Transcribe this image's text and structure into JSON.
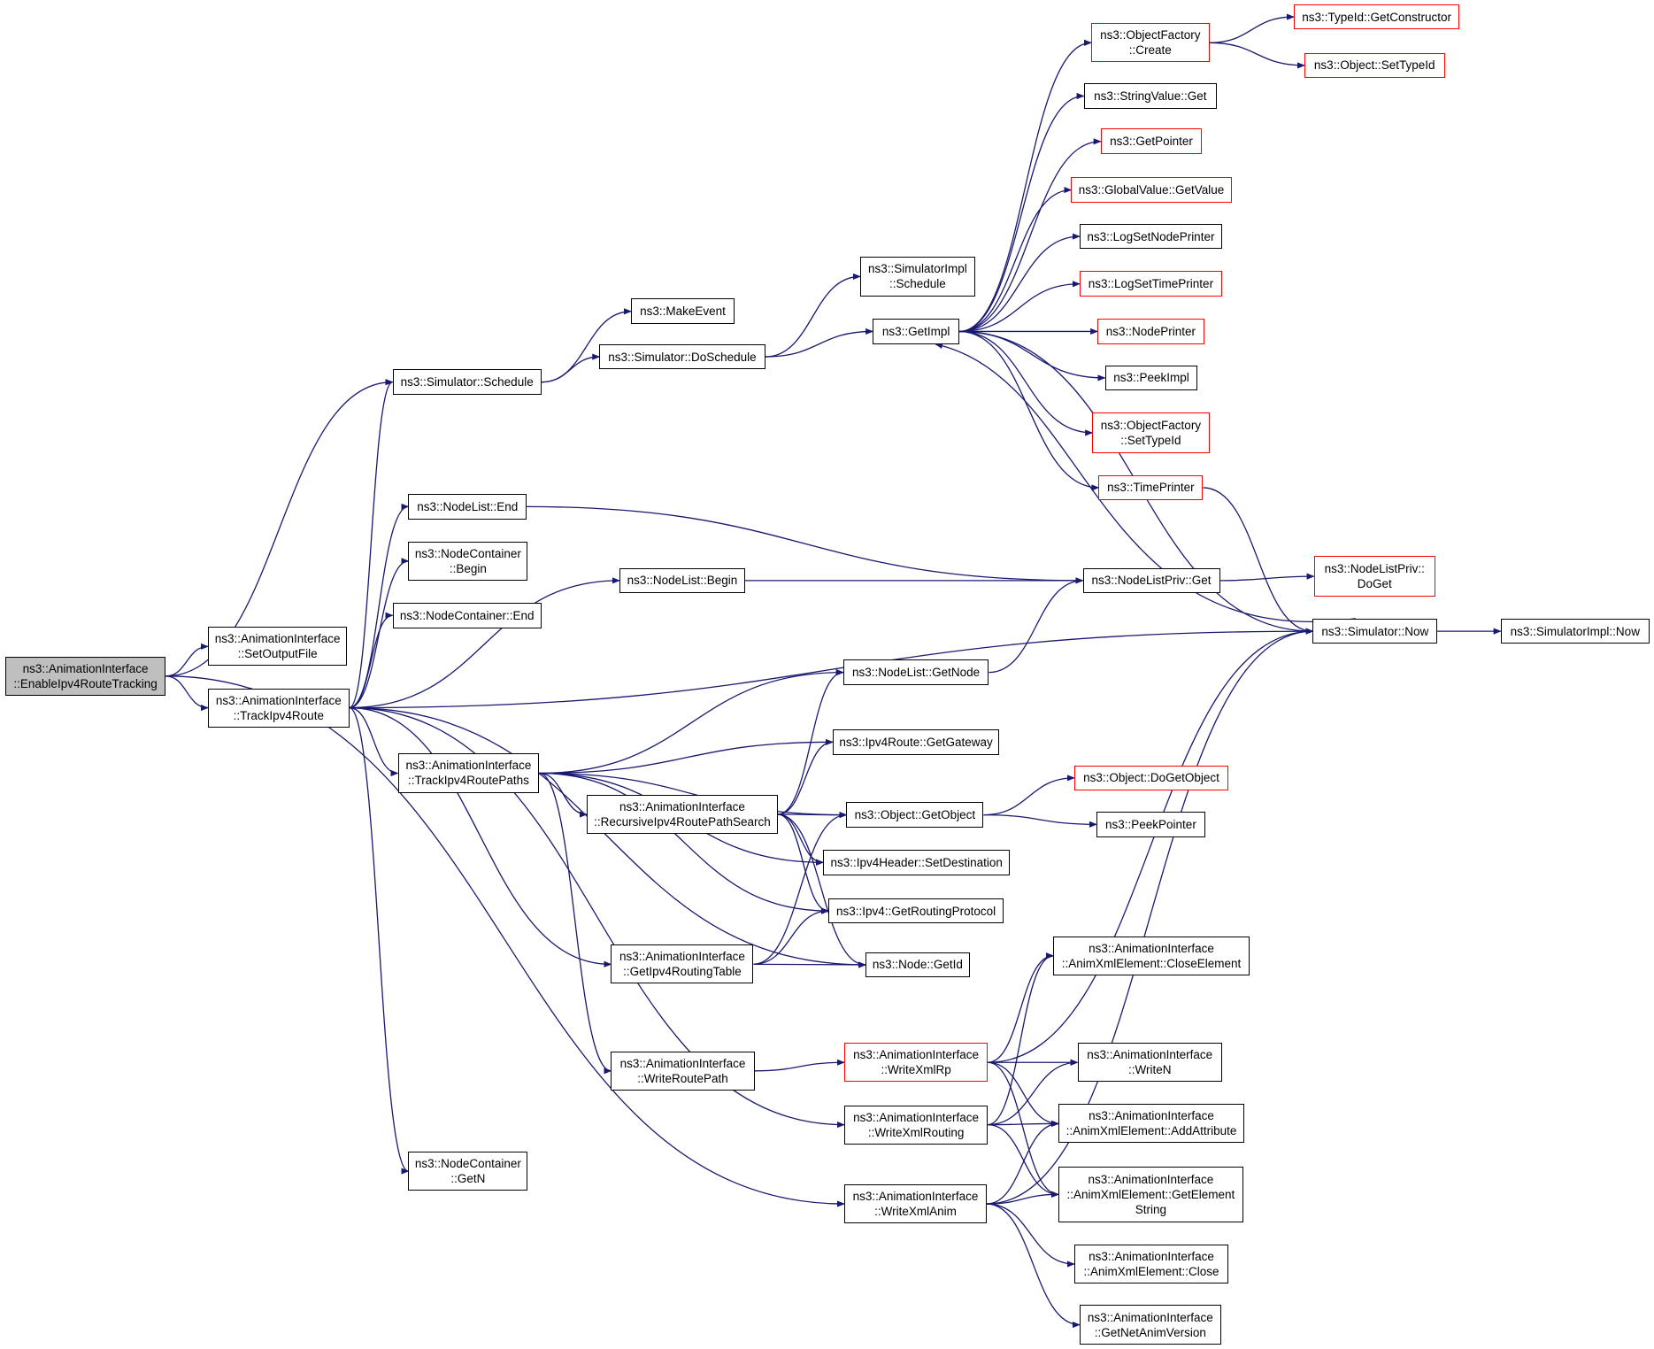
{
  "colors": {
    "edge": "#191970",
    "node_border": "#000000",
    "node_border_truncated": "#ff0000",
    "root_fill": "#bfbfbf",
    "background": "#ffffff"
  },
  "nodes": {
    "enable": {
      "lines": [
        "ns3::AnimationInterface",
        "::EnableIpv4RouteTracking"
      ],
      "style": "root"
    },
    "setout": {
      "lines": [
        "ns3::AnimationInterface",
        "::SetOutputFile"
      ],
      "style": "normal"
    },
    "track": {
      "lines": [
        "ns3::AnimationInterface",
        "::TrackIpv4Route"
      ],
      "style": "normal"
    },
    "schedule": {
      "lines": [
        "ns3::Simulator::Schedule"
      ],
      "style": "normal"
    },
    "nlend": {
      "lines": [
        "ns3::NodeList::End"
      ],
      "style": "normal"
    },
    "ncbegin": {
      "lines": [
        "ns3::NodeContainer",
        "::Begin"
      ],
      "style": "normal"
    },
    "ncend": {
      "lines": [
        "ns3::NodeContainer::End"
      ],
      "style": "normal"
    },
    "trackpaths": {
      "lines": [
        "ns3::AnimationInterface",
        "::TrackIpv4RoutePaths"
      ],
      "style": "normal"
    },
    "ncgetn": {
      "lines": [
        "ns3::NodeContainer",
        "::GetN"
      ],
      "style": "normal"
    },
    "makeevent": {
      "lines": [
        "ns3::MakeEvent"
      ],
      "style": "normal"
    },
    "doschedule": {
      "lines": [
        "ns3::Simulator::DoSchedule"
      ],
      "style": "normal"
    },
    "nlbegin": {
      "lines": [
        "ns3::NodeList::Begin"
      ],
      "style": "normal"
    },
    "recursive": {
      "lines": [
        "ns3::AnimationInterface",
        "::RecursiveIpv4RoutePathSearch"
      ],
      "style": "normal"
    },
    "getrt": {
      "lines": [
        "ns3::AnimationInterface",
        "::GetIpv4RoutingTable"
      ],
      "style": "normal"
    },
    "writeroute": {
      "lines": [
        "ns3::AnimationInterface",
        "::WriteRoutePath"
      ],
      "style": "normal"
    },
    "simimplsched": {
      "lines": [
        "ns3::SimulatorImpl",
        "::Schedule"
      ],
      "style": "normal"
    },
    "getimpl": {
      "lines": [
        "ns3::GetImpl"
      ],
      "style": "normal"
    },
    "nlgetnode": {
      "lines": [
        "ns3::NodeList::GetNode"
      ],
      "style": "normal"
    },
    "getgateway": {
      "lines": [
        "ns3::Ipv4Route::GetGateway"
      ],
      "style": "normal"
    },
    "getobject": {
      "lines": [
        "ns3::Object::GetObject"
      ],
      "style": "normal"
    },
    "setdest": {
      "lines": [
        "ns3::Ipv4Header::SetDestination"
      ],
      "style": "normal"
    },
    "getrp": {
      "lines": [
        "ns3::Ipv4::GetRoutingProtocol"
      ],
      "style": "normal"
    },
    "getid": {
      "lines": [
        "ns3::Node::GetId"
      ],
      "style": "normal"
    },
    "writexmlrp": {
      "lines": [
        "ns3::AnimationInterface",
        "::WriteXmlRp"
      ],
      "style": "truncated"
    },
    "writexmlrouting": {
      "lines": [
        "ns3::AnimationInterface",
        "::WriteXmlRouting"
      ],
      "style": "normal"
    },
    "writexmlanim": {
      "lines": [
        "ns3::AnimationInterface",
        "::WriteXmlAnim"
      ],
      "style": "normal"
    },
    "ofcreate": {
      "lines": [
        "ns3::ObjectFactory",
        "::Create"
      ],
      "style": "truncated"
    },
    "svget": {
      "lines": [
        "ns3::StringValue::Get"
      ],
      "style": "normal"
    },
    "getpointer": {
      "lines": [
        "ns3::GetPointer"
      ],
      "style": "truncated"
    },
    "gvgetvalue": {
      "lines": [
        "ns3::GlobalValue::GetValue"
      ],
      "style": "truncated"
    },
    "lognode": {
      "lines": [
        "ns3::LogSetNodePrinter"
      ],
      "style": "normal"
    },
    "logtime": {
      "lines": [
        "ns3::LogSetTimePrinter"
      ],
      "style": "truncated"
    },
    "nodeprinter": {
      "lines": [
        "ns3::NodePrinter"
      ],
      "style": "truncated"
    },
    "peekimpl": {
      "lines": [
        "ns3::PeekImpl"
      ],
      "style": "normal"
    },
    "ofsettypeid": {
      "lines": [
        "ns3::ObjectFactory",
        "::SetTypeId"
      ],
      "style": "truncated"
    },
    "timeprinter": {
      "lines": [
        "ns3::TimePrinter"
      ],
      "style": "truncated"
    },
    "nlprivget": {
      "lines": [
        "ns3::NodeListPriv::Get"
      ],
      "style": "normal"
    },
    "dogetobject": {
      "lines": [
        "ns3::Object::DoGetObject"
      ],
      "style": "truncated"
    },
    "peekpointer": {
      "lines": [
        "ns3::PeekPointer"
      ],
      "style": "normal"
    },
    "closeelement": {
      "lines": [
        "ns3::AnimationInterface",
        "::AnimXmlElement::CloseElement"
      ],
      "style": "normal"
    },
    "writen": {
      "lines": [
        "ns3::AnimationInterface",
        "::WriteN"
      ],
      "style": "normal"
    },
    "addattr": {
      "lines": [
        "ns3::AnimationInterface",
        "::AnimXmlElement::AddAttribute"
      ],
      "style": "normal"
    },
    "getelemstr": {
      "lines": [
        "ns3::AnimationInterface",
        "::AnimXmlElement::GetElement",
        "String"
      ],
      "style": "normal"
    },
    "close": {
      "lines": [
        "ns3::AnimationInterface",
        "::AnimXmlElement::Close"
      ],
      "style": "normal"
    },
    "netanimver": {
      "lines": [
        "ns3::AnimationInterface",
        "::GetNetAnimVersion"
      ],
      "style": "normal"
    },
    "getconstructor": {
      "lines": [
        "ns3::TypeId::GetConstructor"
      ],
      "style": "truncated"
    },
    "objsettypeid": {
      "lines": [
        "ns3::Object::SetTypeId"
      ],
      "style": "truncated"
    },
    "nlprivdoget": {
      "lines": [
        "ns3::NodeListPriv::",
        "DoGet"
      ],
      "style": "truncated"
    },
    "simnow": {
      "lines": [
        "ns3::Simulator::Now"
      ],
      "style": "normal"
    },
    "simimplnow": {
      "lines": [
        "ns3::SimulatorImpl::Now"
      ],
      "style": "normal"
    }
  },
  "edges": [
    [
      "enable",
      "setout"
    ],
    [
      "enable",
      "track"
    ],
    [
      "enable",
      "schedule"
    ],
    [
      "enable",
      "writexmlanim"
    ],
    [
      "track",
      "schedule"
    ],
    [
      "track",
      "nlend"
    ],
    [
      "track",
      "ncbegin"
    ],
    [
      "track",
      "ncend"
    ],
    [
      "track",
      "nlbegin"
    ],
    [
      "track",
      "simnow"
    ],
    [
      "track",
      "trackpaths"
    ],
    [
      "track",
      "getrt"
    ],
    [
      "track",
      "getid"
    ],
    [
      "track",
      "writexmlrouting"
    ],
    [
      "track",
      "ncgetn"
    ],
    [
      "schedule",
      "makeevent"
    ],
    [
      "schedule",
      "doschedule"
    ],
    [
      "doschedule",
      "simimplsched"
    ],
    [
      "doschedule",
      "getimpl"
    ],
    [
      "nlend",
      "nlprivget"
    ],
    [
      "nlbegin",
      "nlprivget"
    ],
    [
      "trackpaths",
      "nlgetnode"
    ],
    [
      "trackpaths",
      "getgateway"
    ],
    [
      "trackpaths",
      "recursive"
    ],
    [
      "trackpaths",
      "getobject"
    ],
    [
      "trackpaths",
      "setdest"
    ],
    [
      "trackpaths",
      "getrp"
    ],
    [
      "trackpaths",
      "writeroute"
    ],
    [
      "recursive",
      "nlgetnode"
    ],
    [
      "recursive",
      "getgateway"
    ],
    [
      "recursive",
      "getobject"
    ],
    [
      "recursive",
      "setdest"
    ],
    [
      "recursive",
      "getrp"
    ],
    [
      "recursive",
      "getid"
    ],
    [
      "getrt",
      "getobject"
    ],
    [
      "getrt",
      "getrp"
    ],
    [
      "getrt",
      "getid"
    ],
    [
      "writeroute",
      "writexmlrp"
    ],
    [
      "nlgetnode",
      "nlprivget"
    ],
    [
      "getobject",
      "dogetobject"
    ],
    [
      "getobject",
      "peekpointer"
    ],
    [
      "getimpl",
      "ofcreate"
    ],
    [
      "getimpl",
      "svget"
    ],
    [
      "getimpl",
      "getpointer"
    ],
    [
      "getimpl",
      "gvgetvalue"
    ],
    [
      "getimpl",
      "lognode"
    ],
    [
      "getimpl",
      "logtime"
    ],
    [
      "getimpl",
      "nodeprinter"
    ],
    [
      "getimpl",
      "peekimpl"
    ],
    [
      "getimpl",
      "ofsettypeid"
    ],
    [
      "getimpl",
      "timeprinter"
    ],
    [
      "getimpl",
      "simnow"
    ],
    [
      "ofcreate",
      "getconstructor"
    ],
    [
      "ofcreate",
      "objsettypeid"
    ],
    [
      "timeprinter",
      "simnow"
    ],
    [
      "nlprivget",
      "nlprivdoget"
    ],
    [
      "simnow",
      "simimplnow"
    ],
    [
      "simnow",
      "getimpl"
    ],
    [
      "writexmlrp",
      "simnow"
    ],
    [
      "writexmlrp",
      "closeelement"
    ],
    [
      "writexmlrp",
      "writen"
    ],
    [
      "writexmlrp",
      "addattr"
    ],
    [
      "writexmlrp",
      "getelemstr"
    ],
    [
      "writexmlrouting",
      "closeelement"
    ],
    [
      "writexmlrouting",
      "writen"
    ],
    [
      "writexmlrouting",
      "addattr"
    ],
    [
      "writexmlrouting",
      "getelemstr"
    ],
    [
      "writexmlanim",
      "simnow"
    ],
    [
      "writexmlanim",
      "addattr"
    ],
    [
      "writexmlanim",
      "getelemstr"
    ],
    [
      "writexmlanim",
      "close"
    ],
    [
      "writexmlanim",
      "netanimver"
    ]
  ]
}
